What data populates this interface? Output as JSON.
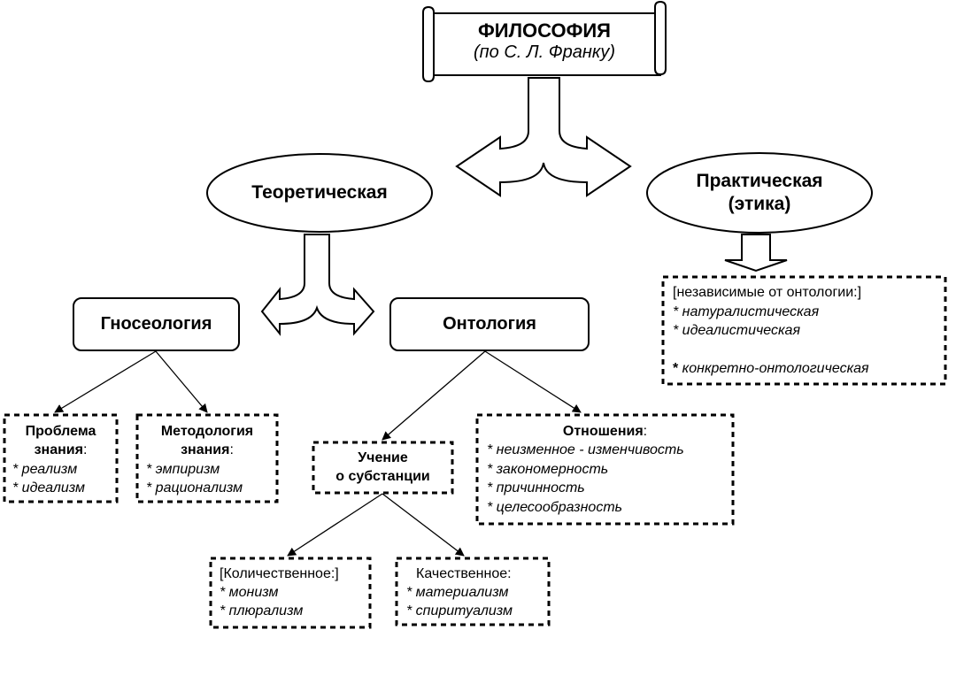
{
  "root": {
    "title": "ФИЛОСОФИЯ",
    "subtitle": "(по С. Л. Франку)"
  },
  "branches": {
    "theoretical": "Теоретическая",
    "practical_line1": "Практическая",
    "practical_line2": "(этика)"
  },
  "practical_box": {
    "header": "[независимые от онтологии:]",
    "item1": "* натуралистическая",
    "item2": "* идеалистическая",
    "item3_star": "*",
    "item3": " конкретно-онтологическая"
  },
  "gnoseology": {
    "title": "Гносеология",
    "problem": {
      "title_line1": "Проблема",
      "title_line2": "знания",
      "colon": ":",
      "item1": "* реализм",
      "item2": "* идеализм"
    },
    "method": {
      "title_line1": "Методология",
      "title_line2": "знания",
      "colon": ":",
      "item1": "* эмпиризм",
      "item2": "* рационализм"
    }
  },
  "ontology": {
    "title": "Онтология",
    "substance": {
      "line1": "Учение",
      "line2": "о субстанции"
    },
    "relations": {
      "title": "Отношения",
      "colon": ":",
      "item1": "* неизменное - изменчивость",
      "item2": "* закономерность",
      "item3": "* причинность",
      "item4": "* целесообразность"
    },
    "quantitative": {
      "header": "[Количественное:]",
      "item1": "* монизм",
      "item2": "* плюрализм"
    },
    "qualitative": {
      "header": "Качественное:",
      "item1": "* материализм",
      "item2": "* спиритуализм"
    }
  }
}
